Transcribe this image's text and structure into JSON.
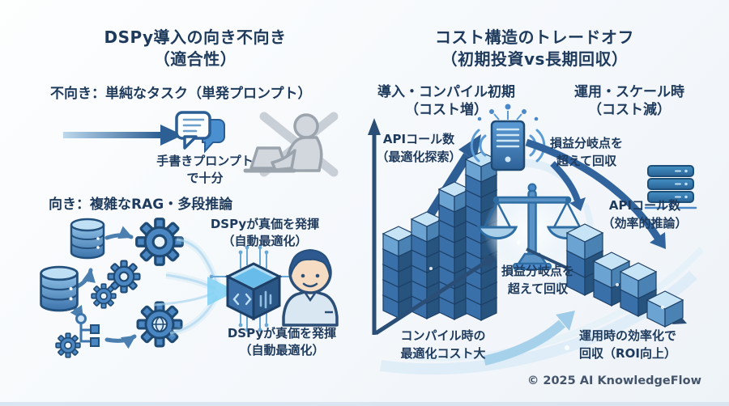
{
  "left_panel": {
    "title_line1": "DSPy導入の向き不向き",
    "title_line2": "（適合性）",
    "unsuited": {
      "heading": "不向き：単純なタスク（単発プロンプト）",
      "caption_line1": "手書きプロンプト",
      "caption_line2": "で十分"
    },
    "suited": {
      "heading": "向き：複雑なRAG・多段推論",
      "value_top_line1": "DSPyが真価を発揮",
      "value_top_line2": "（自動最適化）",
      "value_bottom_line1": "DSPyが真価を発揮",
      "value_bottom_line2": "（自動最適化）"
    }
  },
  "right_panel": {
    "title_line1": "コスト構造のトレードオフ",
    "title_line2": "（初期投資vs長期回収）",
    "phase_initial_line1": "導入・コンパイル初期",
    "phase_initial_line2": "（コスト増）",
    "phase_operation_line1": "運用・スケール時",
    "phase_operation_line2": "（コスト減）",
    "api_search_line1": "APIコール数",
    "api_search_line2": "（最適化探索）",
    "breakeven_top_line1": "損益分岐点を",
    "breakeven_top_line2": "超えて回収",
    "api_inference_line1": "APIコール数",
    "api_inference_line2": "（効率的推論）",
    "breakeven_bottom_line1": "損益分岐点を",
    "breakeven_bottom_line2": "超えて回収",
    "compile_cost_line1": "コンパイル時の",
    "compile_cost_line2": "最適化コスト大",
    "operation_roi_line1": "運用時の効率化で",
    "operation_roi_line2": "回収（ROI向上）"
  },
  "footer": {
    "copyright": "© 2025 AI KnowledgeFlow"
  },
  "figure": {
    "api_call_stacks_initial": [
      5,
      6,
      8,
      10
    ],
    "api_call_stacks_operation": [
      3,
      2,
      2,
      1
    ]
  },
  "colors": {
    "text_navy": "#1e3a5c",
    "steel_blue": "#2e5f94",
    "accent_blue": "#4a86c2",
    "light_cyan": "#9fd0ee",
    "gray_icon": "#c9cfd6"
  }
}
